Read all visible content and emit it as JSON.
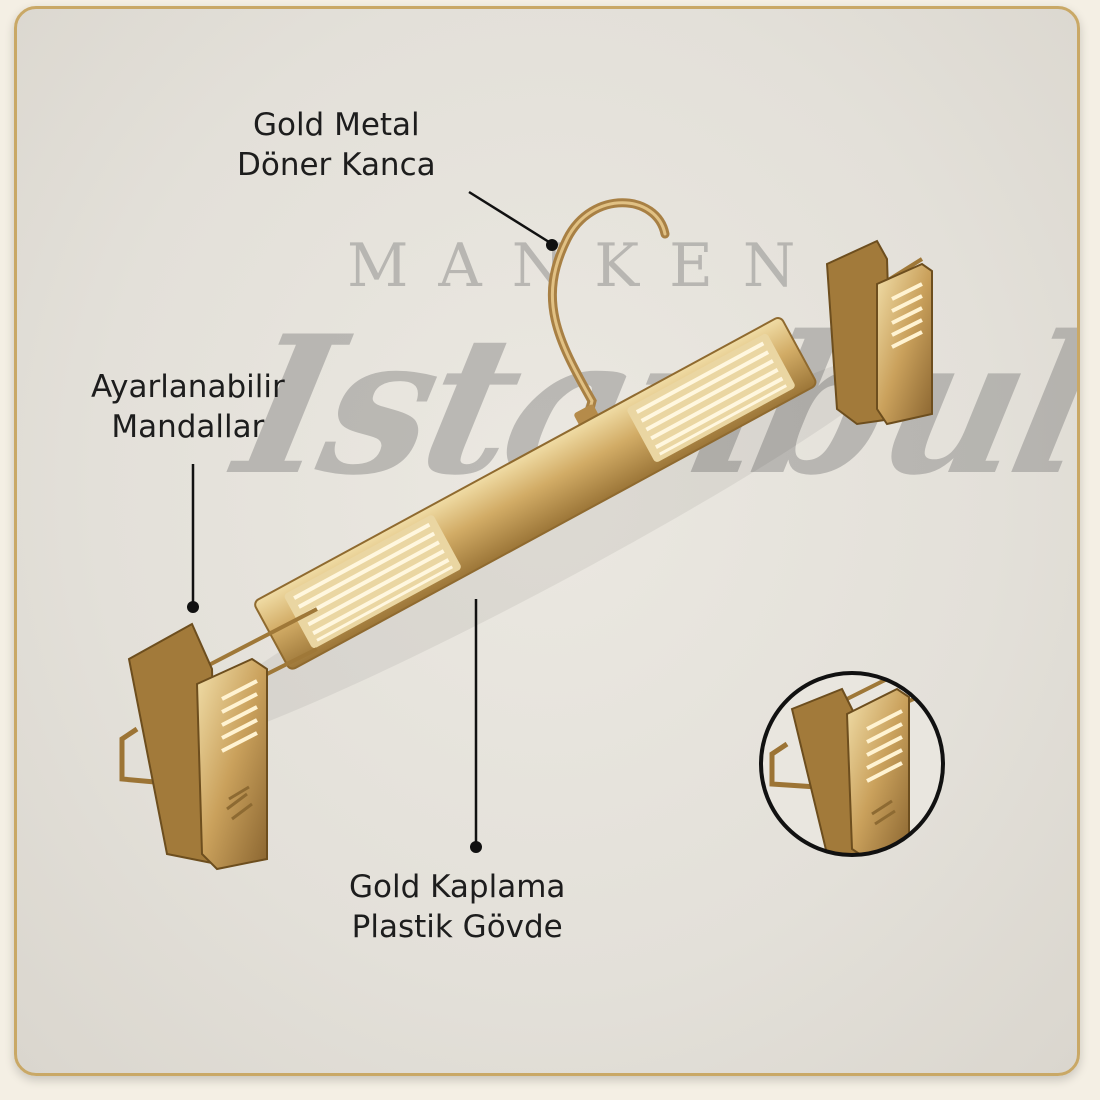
{
  "watermark": {
    "brand_top": "MANKEN",
    "brand_script": "Istanbul"
  },
  "callouts": {
    "hook": {
      "line1": "Gold Metal",
      "line2": "Döner Kanca"
    },
    "clips": {
      "line1": "Ayarlanabilir",
      "line2": "Mandallar"
    },
    "body": {
      "line1": "Gold Kaplama",
      "line2": "Plastik Gövde"
    }
  },
  "colors": {
    "gold": "#c9a05a",
    "gold_light": "#e8cf92",
    "gold_dark": "#8f6a2f",
    "frame_border": "#c9a866",
    "text": "#1d1d1d"
  }
}
